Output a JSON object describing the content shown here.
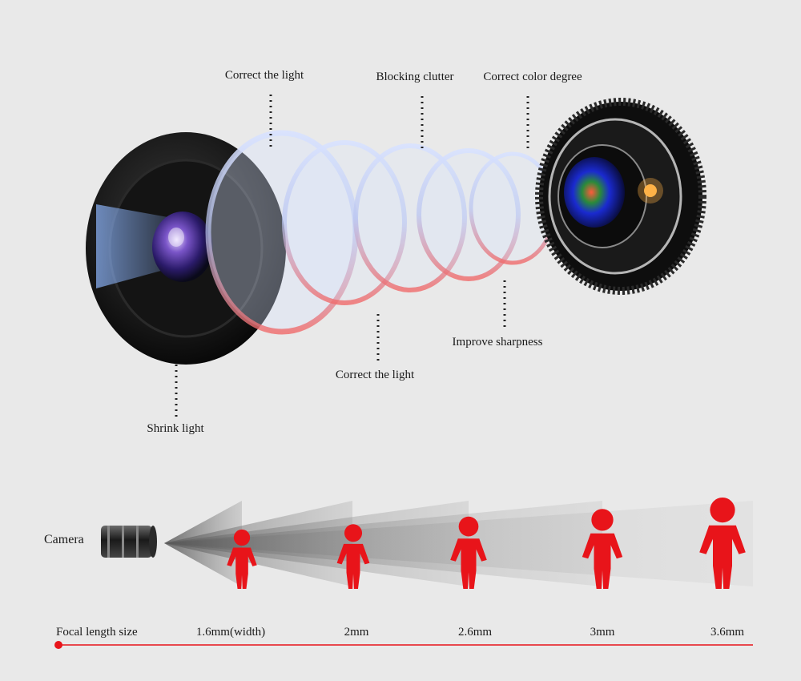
{
  "annotations": {
    "correct_light_top": "Correct the light",
    "blocking_clutter": "Blocking clutter",
    "correct_color_degree": "Correct color degree",
    "improve_sharpness": "Improve sharpness",
    "correct_light_bottom": "Correct the light",
    "shrink_light": "Shrink light"
  },
  "focal": {
    "camera_label": "Camera",
    "axis_label": "Focal length size",
    "sizes": [
      "1.6mm(width)",
      "2mm",
      "2.6mm",
      "3mm",
      "3.6mm"
    ]
  },
  "colors": {
    "background": "#e9e9e9",
    "figure": "#e8141a",
    "axis": "#e8141a",
    "lens_body": "#1b1b1b"
  }
}
